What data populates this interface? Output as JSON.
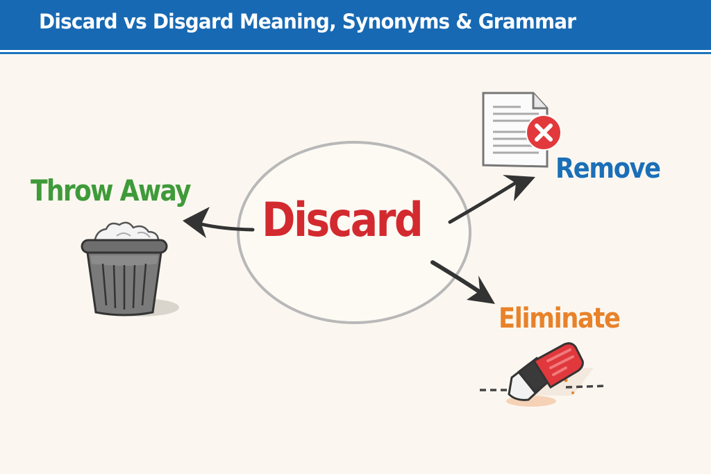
{
  "header": {
    "title": "Discard vs Disgard Meaning, Synonyms & Grammar",
    "background_color": "#1769b3"
  },
  "diagram": {
    "center": {
      "word": "Discard",
      "color": "#d22a2f",
      "shape": "ellipse",
      "outline_color": "#b3b3b3"
    },
    "branches": [
      {
        "label": "Throw Away",
        "color": "#3f9a3a",
        "icon": "trash-can-icon",
        "direction": "left"
      },
      {
        "label": "Remove",
        "color": "#1a6fb8",
        "icon": "document-delete-icon",
        "direction": "upper-right"
      },
      {
        "label": "Eliminate",
        "color": "#e8822a",
        "icon": "eraser-icon",
        "direction": "lower-right"
      }
    ],
    "arrow_color": "#333333"
  },
  "colors": {
    "background": "#fbf7f0",
    "header": "#1769b3"
  }
}
